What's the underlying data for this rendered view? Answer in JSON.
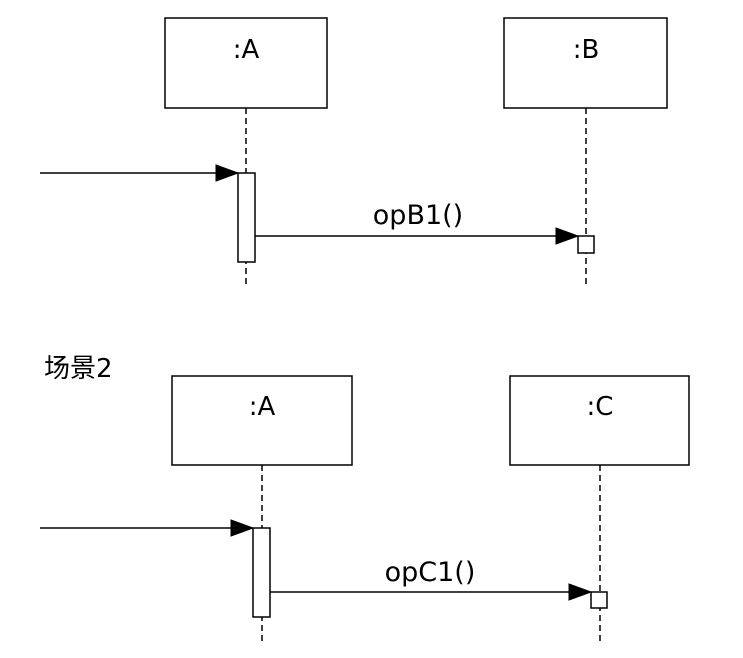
{
  "scenario_1": {
    "lifelines": [
      {
        "label": ":A"
      },
      {
        "label": ":B"
      }
    ],
    "message": {
      "label": "opB1()"
    }
  },
  "scenario_2": {
    "title": "场景2",
    "lifelines": [
      {
        "label": ":A"
      },
      {
        "label": ":C"
      }
    ],
    "message": {
      "label": "opC1()"
    }
  }
}
